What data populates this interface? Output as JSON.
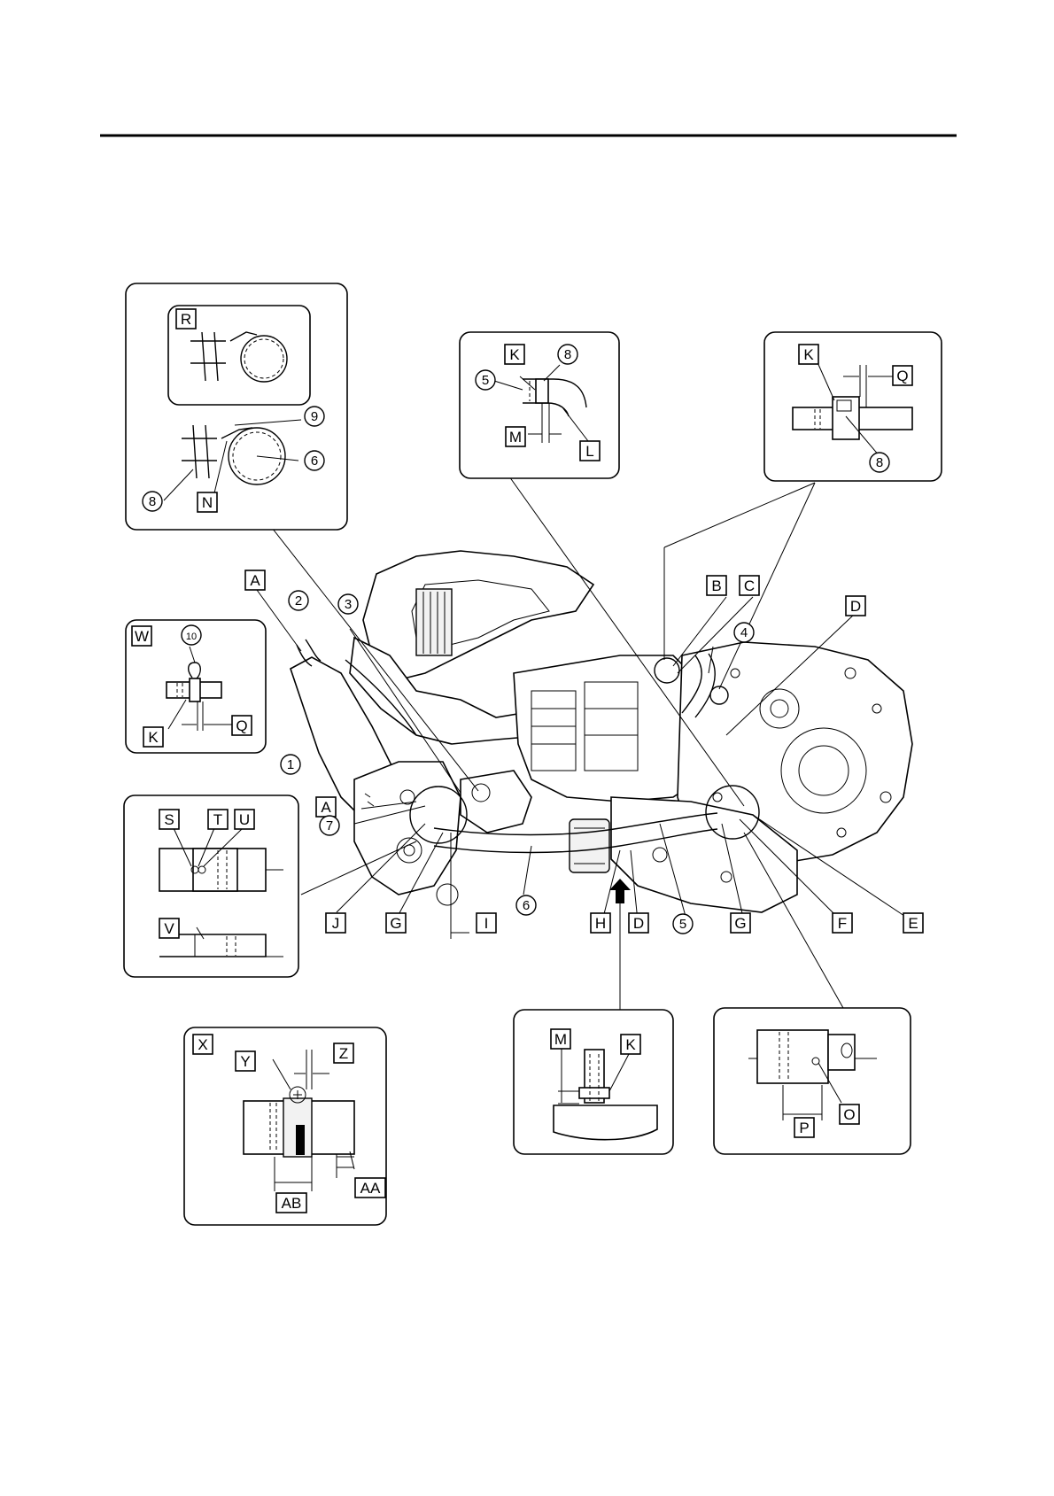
{
  "labels": {
    "A": "A",
    "B": "B",
    "C": "C",
    "D": "D",
    "E": "E",
    "F": "F",
    "G": "G",
    "H": "H",
    "I": "I",
    "J": "J",
    "K": "K",
    "L": "L",
    "M": "M",
    "N": "N",
    "O": "O",
    "P": "P",
    "Q": "Q",
    "R": "R",
    "S": "S",
    "T": "T",
    "U": "U",
    "V": "V",
    "W": "W",
    "X": "X",
    "Y": "Y",
    "Z": "Z",
    "AA": "AA",
    "AB": "AB"
  },
  "numbers": {
    "n1": "1",
    "n2": "2",
    "n3": "3",
    "n4": "4",
    "n5": "5",
    "n6": "6",
    "n7": "7",
    "n8": "8",
    "n9": "9",
    "n10": "10"
  }
}
